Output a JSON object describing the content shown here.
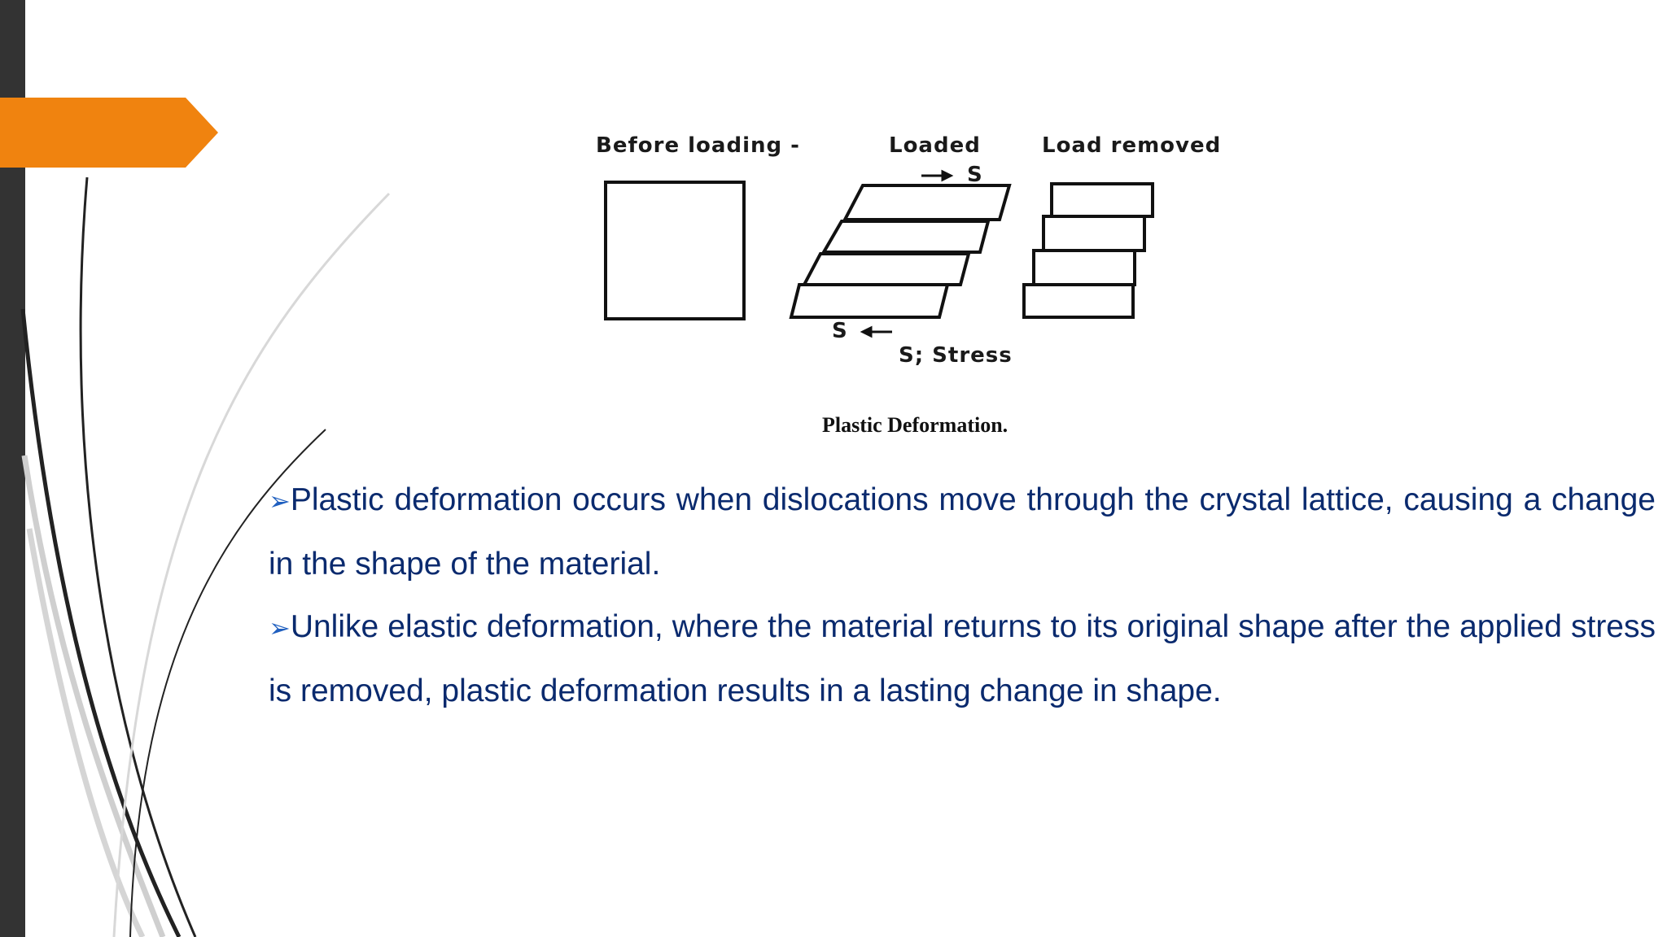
{
  "figure": {
    "labels": {
      "before": "Before loading -",
      "loaded": "Loaded",
      "removed": "Load removed",
      "s_top": "S",
      "s_bottom": "S",
      "stress": "S; Stress"
    },
    "caption": "Plastic Deformation."
  },
  "bullets": [
    {
      "marker": "➢",
      "text": "Plastic deformation occurs when dislocations move through the crystal lattice, causing a change in the shape of the material."
    },
    {
      "marker": "➢",
      "text": "Unlike elastic deformation, where the material returns to its original shape after the applied stress is removed, plastic deformation results in a lasting change in shape."
    }
  ],
  "theme": {
    "accent": "#f0830f",
    "sidebar": "#333333",
    "text": "#0a2a6e"
  }
}
